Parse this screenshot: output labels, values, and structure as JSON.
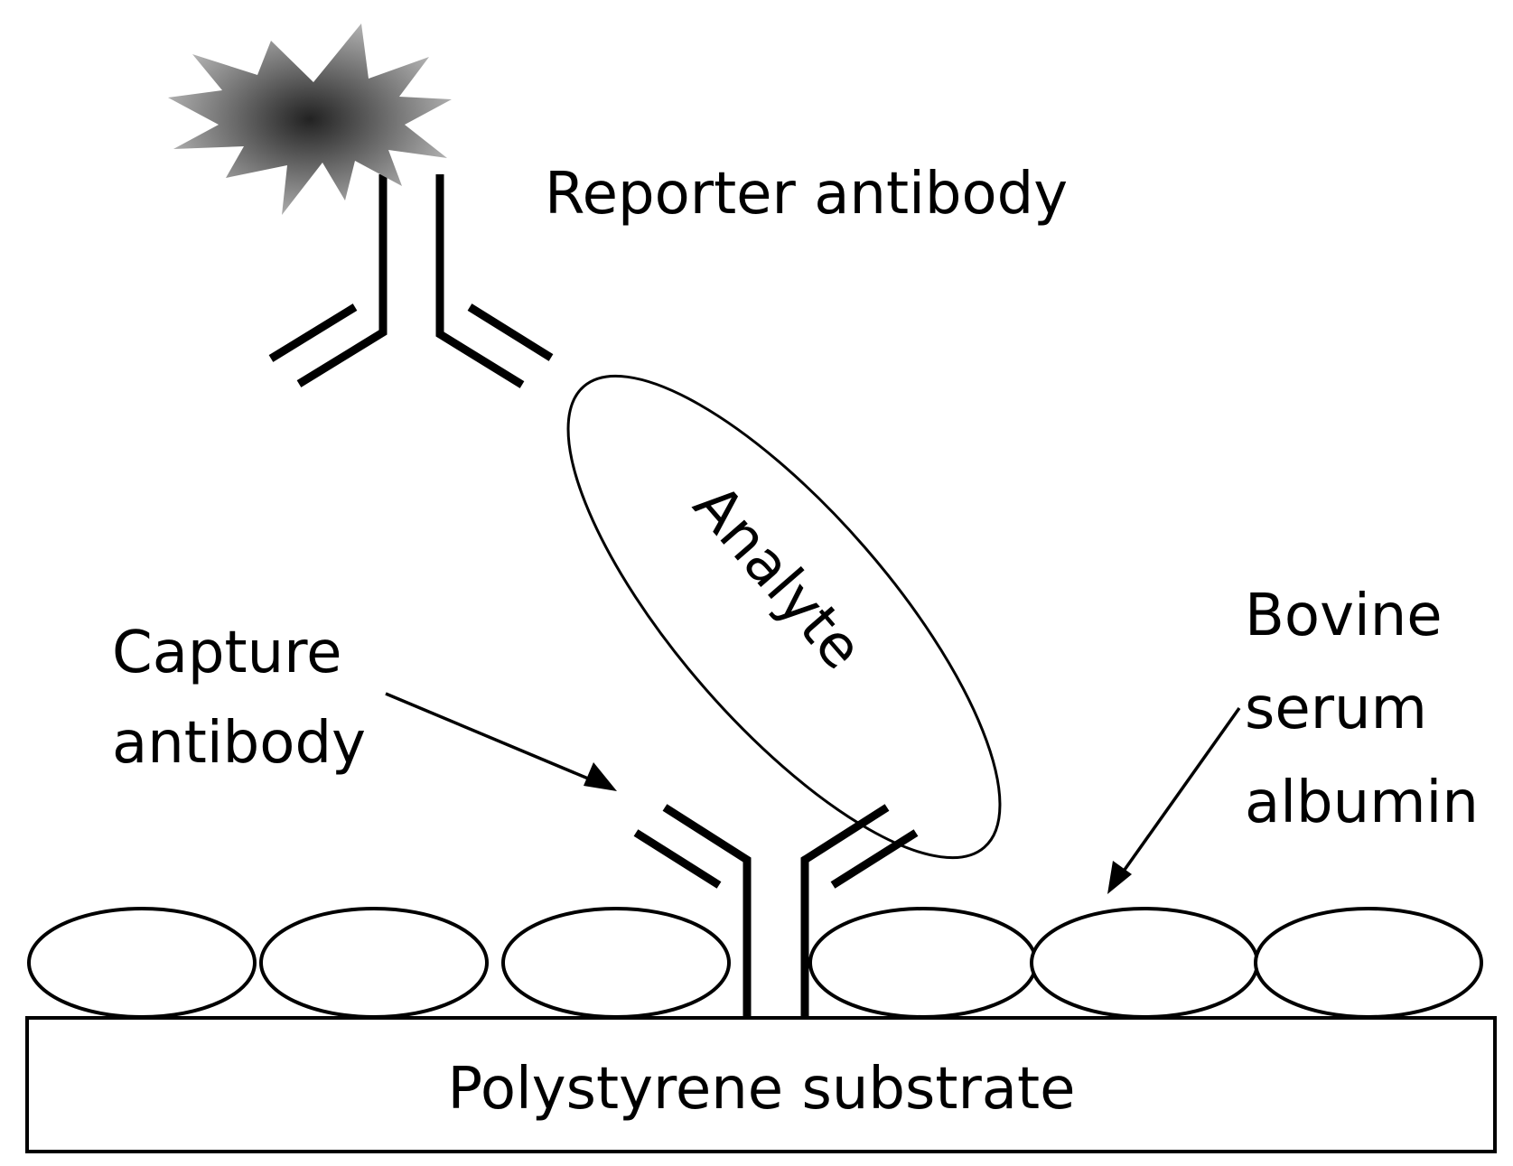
{
  "labels": {
    "reporter": "Reporter antibody",
    "analyte": "Analyte",
    "capture_line1": "Capture",
    "capture_line2": "antibody",
    "bsa_line1": "Bovine",
    "bsa_line2": "serum",
    "bsa_line3": "albumin",
    "substrate": "Polystyrene substrate"
  },
  "colors": {
    "stroke": "#000000",
    "fill": "#ffffff",
    "star_center": "#222222",
    "star_edge": "#b8b8b8"
  },
  "icons": {
    "label_marker": "star-burst-icon"
  }
}
